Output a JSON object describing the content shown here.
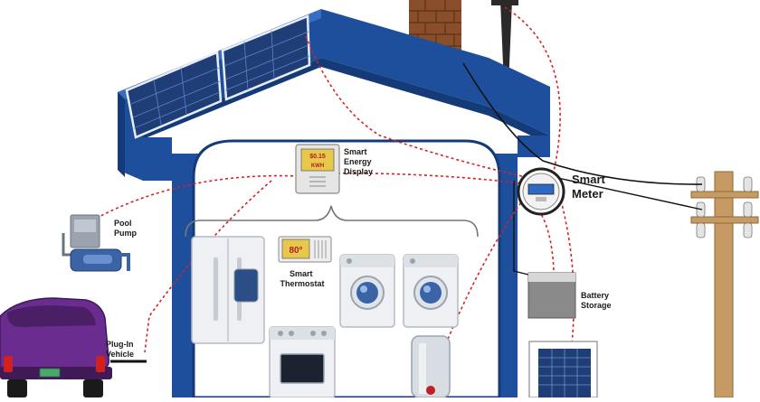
{
  "labels": {
    "smart_energy_display": [
      "Smart",
      "Energy",
      "Display"
    ],
    "smart_meter": [
      "Smart",
      "Meter"
    ],
    "pool_pump": [
      "Pool",
      "Pump"
    ],
    "smart_thermostat": [
      "Smart",
      "Thermostat"
    ],
    "plug_in_vehicle": [
      "Plug-In",
      "Vehicle"
    ],
    "battery_storage": [
      "Battery",
      "Storage"
    ]
  },
  "readouts": {
    "display_price": "$0.15",
    "display_kwh": "KWH",
    "thermostat_temp": "80°"
  },
  "colors": {
    "house_blue": "#1e4f9c",
    "house_dark": "#153a78",
    "wire_red": "#d62222",
    "chimney_brown": "#8a4e2a",
    "pole_tan": "#c89a63",
    "car_purple": "#6a2c8e",
    "display_screen": "#e8c84a"
  }
}
